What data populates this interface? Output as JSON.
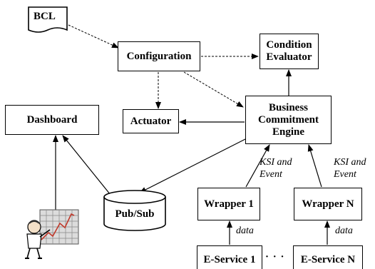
{
  "nodes": {
    "bcl": "BCL",
    "configuration": "Configuration",
    "condition_evaluator": "Condition\nEvaluator",
    "actuator": "Actuator",
    "dashboard": "Dashboard",
    "bce": "Business\nCommitment\nEngine",
    "pubsub": "Pub/Sub",
    "wrapper1": "Wrapper 1",
    "wrapperN": "Wrapper N",
    "eservice1": "E-Service 1",
    "eserviceN": "E-Service N",
    "ellipsis": "· · ·"
  },
  "labels": {
    "ksi_event_1": "KSI and\nEvent",
    "ksi_event_2": "KSI and\nEvent",
    "data_1": "data",
    "data_2": "data"
  },
  "colors": {
    "line": "#000000",
    "chart_line": "#c0392b",
    "grid_fill": "#dcdcdc"
  }
}
